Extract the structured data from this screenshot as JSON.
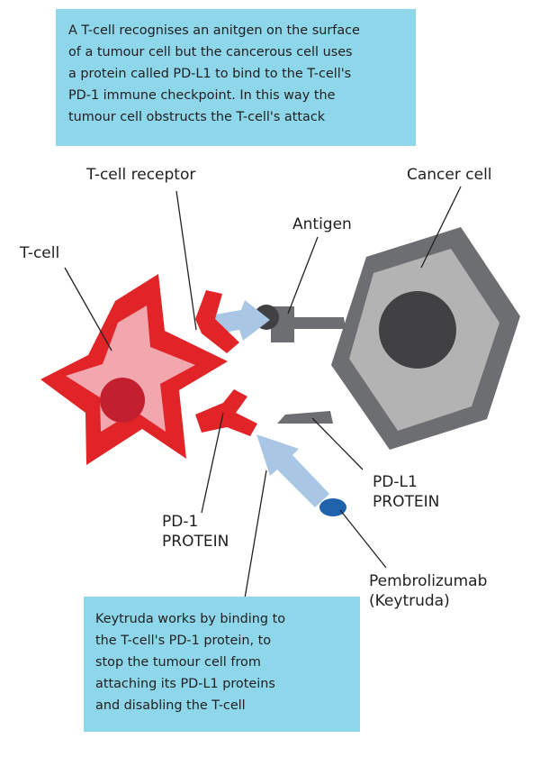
{
  "callouts": {
    "top": {
      "lines": [
        "A T-cell recognises an anitgen on the surface",
        "of a tumour cell but the cancerous cell uses",
        "a protein called PD-L1 to bind to the T-cell's",
        "PD-1 immune checkpoint. In this way the",
        "tumour cell obstructs the T-cell's attack"
      ]
    },
    "bottom": {
      "lines": [
        "Keytruda works by binding to",
        "the T-cell's PD-1 protein, to",
        "stop the tumour cell from",
        "attaching its PD-L1 proteins",
        "and disabling the T-cell"
      ]
    }
  },
  "labels": {
    "t_cell_receptor": "T-cell receptor",
    "cancer_cell": "Cancer cell",
    "antigen": "Antigen",
    "t_cell": "T-cell",
    "pd_l1_protein": [
      "PD-L1",
      "PROTEIN"
    ],
    "pd_1_protein": [
      "PD-1",
      "PROTEIN"
    ],
    "pembrolizumab": [
      "Pembrolizumab",
      "(Keytruda)"
    ]
  },
  "colors": {
    "callout_background": "#8ed6ea",
    "t_cell_outer": "#e02428",
    "t_cell_inner": "#f2a6ae",
    "t_cell_nucleus": "#c3202f",
    "cancer_cell_outer": "#6d6e71",
    "cancer_cell_inner": "#b3b3b3",
    "cancer_nucleus": "#414042",
    "arrow": "#a9c6e4",
    "drug": "#1f63ad",
    "leader_line": "#222222"
  }
}
